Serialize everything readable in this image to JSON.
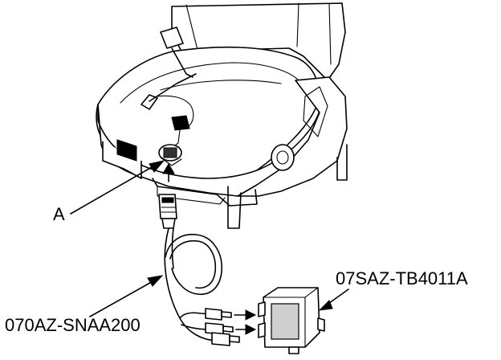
{
  "labels": {
    "part_a": "A",
    "cable_part_number": "070AZ-SNAA200",
    "box_part_number": "07SAZ-TB4011A"
  },
  "icons": [
    "seat-drawing",
    "connector-a-icon",
    "harness-connector-icon",
    "coiled-cable-icon",
    "test-box-icon",
    "leader-arrow-icon"
  ]
}
